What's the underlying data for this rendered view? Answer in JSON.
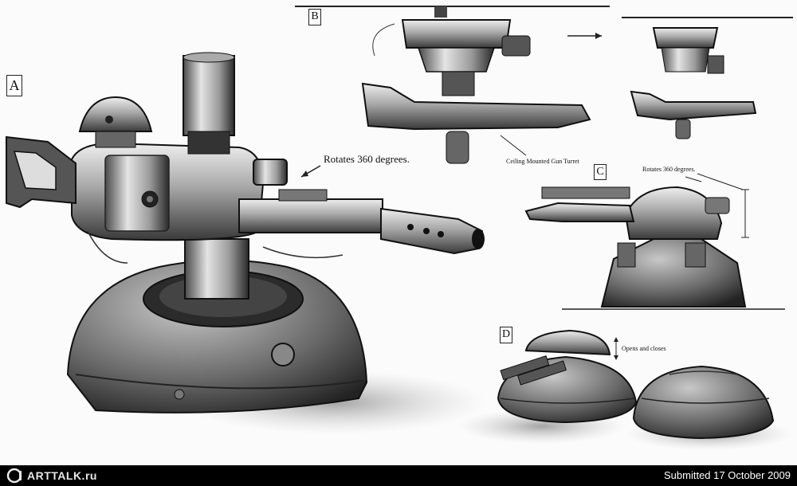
{
  "labels": {
    "a": "A",
    "b": "B",
    "c": "C",
    "d": "D"
  },
  "annotations": {
    "rotates_a": "Rotates 360 degrees.",
    "ceiling_b": "Ceiling Mounted Gun Turret",
    "rotates_c": "Rotates 360 degrees.",
    "opens_d": "Opens and closes"
  },
  "footer": {
    "logo_text": "ARTTALK.ru",
    "submitted": "Submitted 17 October 2009"
  },
  "colors": {
    "metal_light": "#d8d8d8",
    "metal_mid": "#8a8a8a",
    "metal_dark": "#2e2e2e",
    "footer_bg": "#000000"
  }
}
